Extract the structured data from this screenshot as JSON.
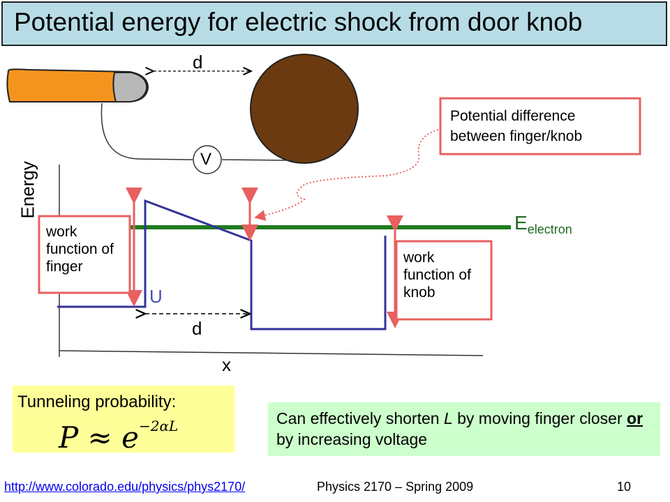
{
  "title": "Potential energy for electric shock from door knob",
  "labels": {
    "d_top": "d",
    "d_bottom": "d",
    "voltage": "V",
    "energy_axis": "Energy",
    "x_axis": "x",
    "u_label": "U",
    "e_main": "E",
    "e_sub": "electron"
  },
  "callouts": {
    "potential_difference": "Potential difference between finger/knob",
    "work_function_finger": "work function of finger",
    "work_function_knob": "work function of knob"
  },
  "tunneling": {
    "label": "Tunneling probability:",
    "formula_lhs": "P ≈ e",
    "formula_exp": "−2αL"
  },
  "note": {
    "prefix": "Can effectively shorten ",
    "var": "L",
    "middle": " by moving finger closer ",
    "emph": "or",
    "suffix": " by increasing voltage"
  },
  "footer": {
    "url": "http://www.colorado.edu/physics/phys2170/",
    "course": "Physics 2170 – Spring 2009",
    "slide_number": "10"
  },
  "colors": {
    "title_bg": "#b7dce6",
    "finger": "#f5931f",
    "knob": "#6b3a10",
    "potential_line": "#333399",
    "energy_line": "#1f7a1f",
    "callout_border": "#e86060",
    "tunnel_bg": "#ffff99",
    "note_bg": "#ccffcc"
  }
}
